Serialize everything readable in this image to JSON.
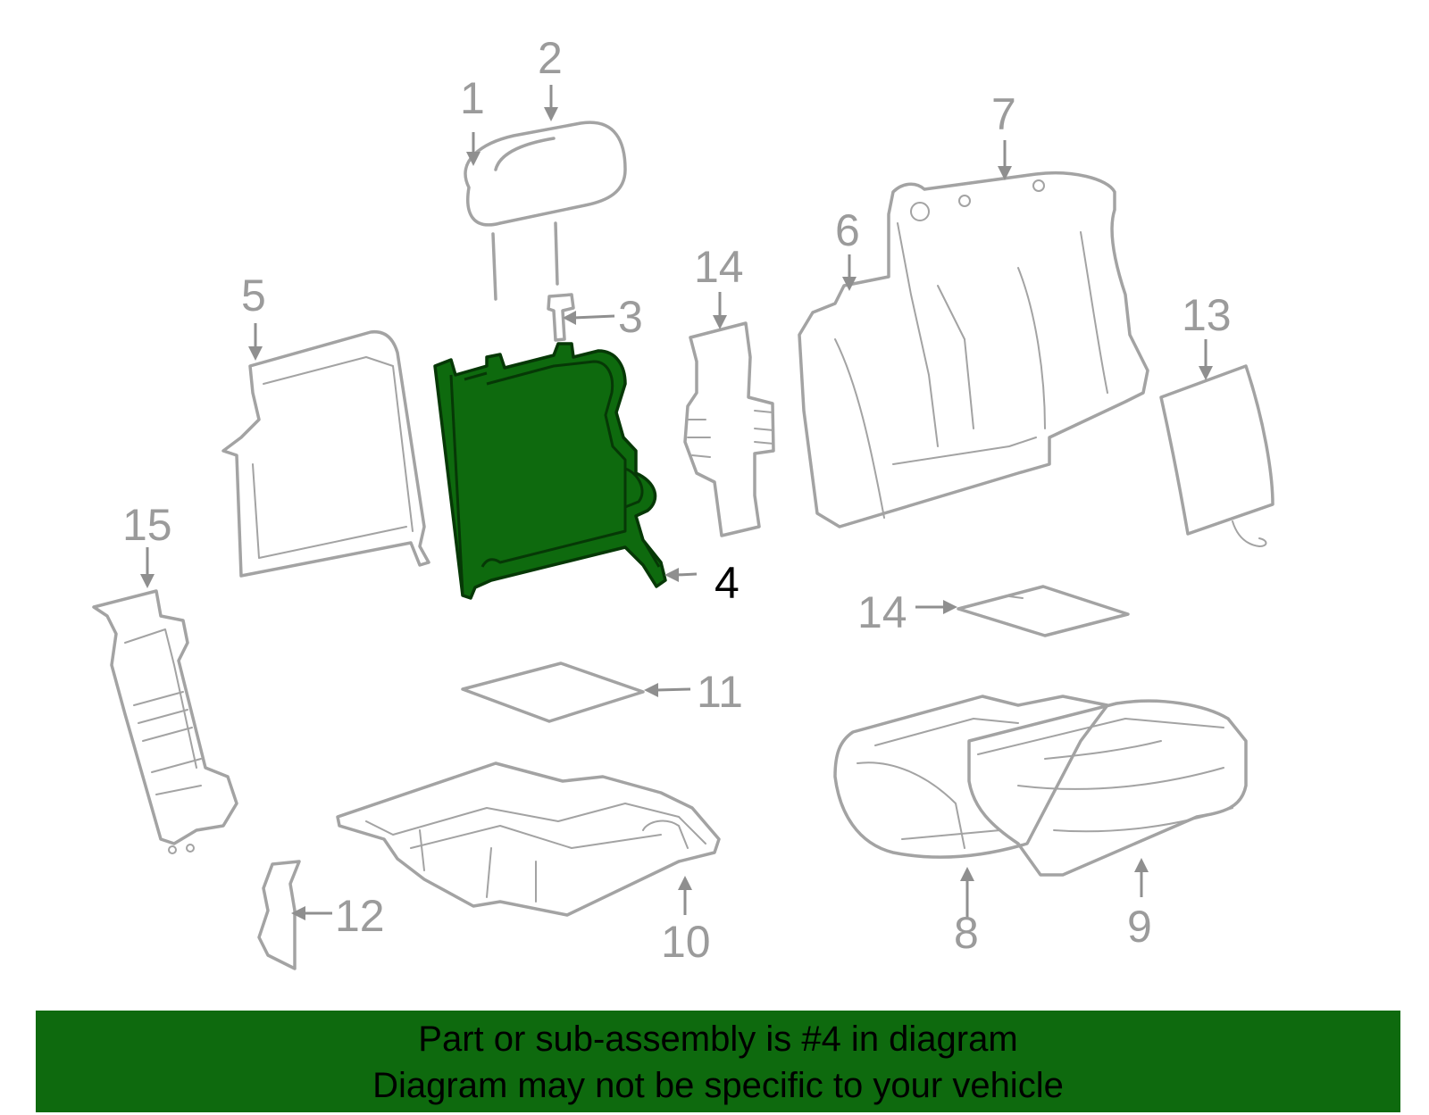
{
  "callouts": {
    "c1": "1",
    "c2": "2",
    "c3": "3",
    "c4": "4",
    "c5": "5",
    "c6": "6",
    "c7": "7",
    "c8": "8",
    "c9": "9",
    "c10": "10",
    "c11": "11",
    "c12": "12",
    "c13": "13",
    "c14a": "14",
    "c14b": "14",
    "c15": "15"
  },
  "highlighted_part": "4",
  "colors": {
    "highlight": "#0e6a0e",
    "line": "#a3a3a3",
    "banner": "#0e6a0e"
  },
  "banner": {
    "line1": "Part or sub-assembly is #4 in diagram",
    "line2": "Diagram may not be specific to your vehicle"
  }
}
